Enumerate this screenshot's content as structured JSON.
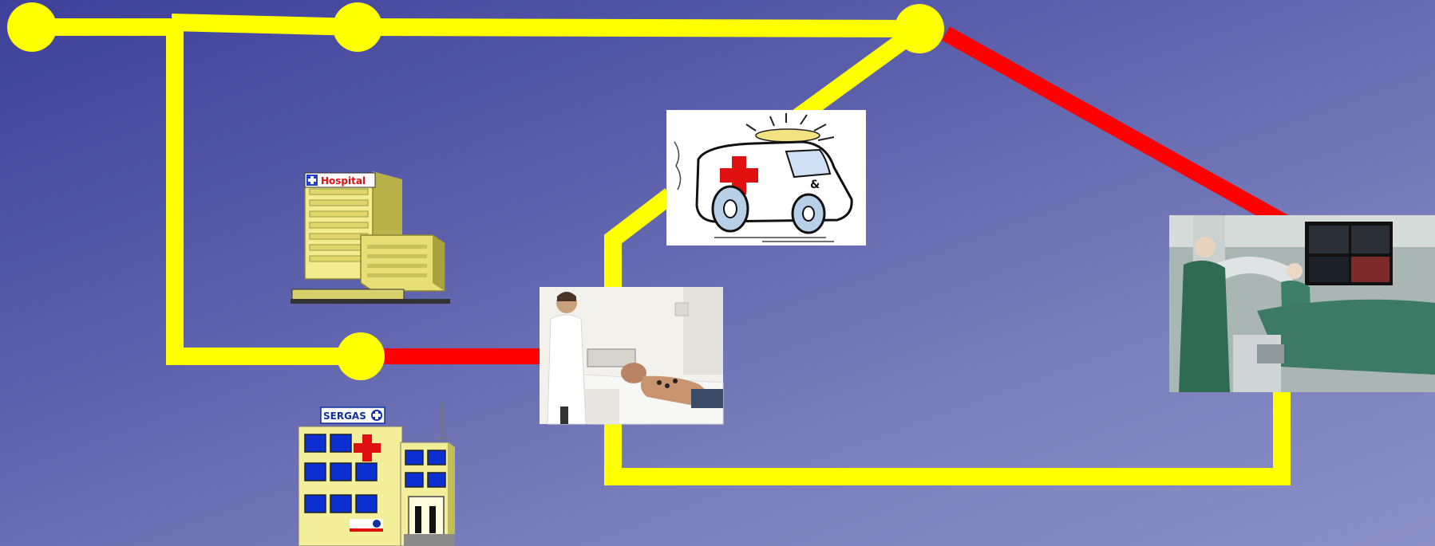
{
  "colors": {
    "background_start": "#3e409a",
    "background_end": "#8b8fc6",
    "path_yellow": "#ffff00",
    "path_red": "#ff0000"
  },
  "icons": {
    "hospital": "hospital-building-icon",
    "health_center": "health-center-building-icon",
    "ambulance": "ambulance-icon",
    "ecg_exam": "ecg-exam-photo",
    "cath_lab": "cath-lab-photo"
  },
  "labels": {
    "hospital_sign": "Hospital",
    "health_center_sign": "SERGAS"
  }
}
